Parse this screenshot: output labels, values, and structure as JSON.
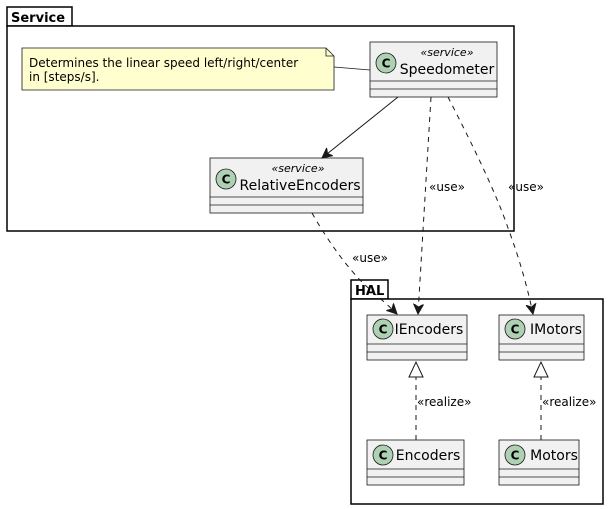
{
  "packages": {
    "service": {
      "name": "Service"
    },
    "hal": {
      "name": "HAL"
    }
  },
  "classes": {
    "speedometer": {
      "name": "Speedometer",
      "stereotype": "«service»",
      "marker": "C"
    },
    "relative_encoders": {
      "name": "RelativeEncoders",
      "stereotype": "«service»",
      "marker": "C"
    },
    "iencoders": {
      "name": "IEncoders",
      "marker": "C"
    },
    "imotors": {
      "name": "IMotors",
      "marker": "C"
    },
    "encoders": {
      "name": "Encoders",
      "marker": "C"
    },
    "motors": {
      "name": "Motors",
      "marker": "C"
    }
  },
  "note": {
    "line1": "Determines the linear speed left/right/center",
    "line2": "in [steps/s]."
  },
  "edges": {
    "speedometer_iencoders": "«use»",
    "speedometer_imotors": "«use»",
    "relative_iencoders": "«use»",
    "encoders_realize": "«realize»",
    "motors_realize": "«realize»"
  },
  "colors": {
    "class_fill": "#f1f1f1",
    "class_border": "#181818",
    "class_marker": "#add1b2",
    "note_fill": "#fefece",
    "package_border": "#000000"
  }
}
